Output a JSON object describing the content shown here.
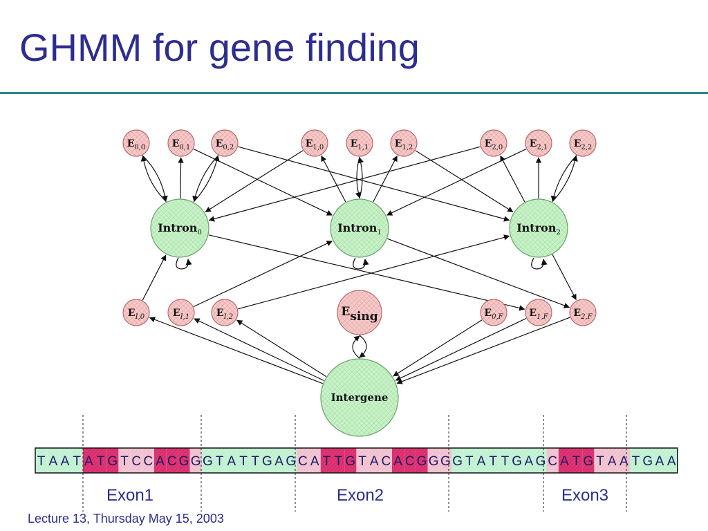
{
  "title": "GHMM for gene finding",
  "footer": "Lecture 13, Thursday May 15, 2003",
  "colors": {
    "title": "#2d2d8f",
    "rule": "#2b8a8a",
    "exon_node": "#f6c9c9",
    "intron_node": "#c8f2c8",
    "seq_green": "#c5f3d5",
    "seq_pink": "#f3c6d3",
    "seq_magenta": "#e03473"
  },
  "nodes": [
    {
      "id": "E00",
      "base": "E",
      "sub": "0,0"
    },
    {
      "id": "E01",
      "base": "E",
      "sub": "0,1"
    },
    {
      "id": "E02",
      "base": "E",
      "sub": "0,2"
    },
    {
      "id": "E10",
      "base": "E",
      "sub": "1,0"
    },
    {
      "id": "E11",
      "base": "E",
      "sub": "1,1"
    },
    {
      "id": "E12",
      "base": "E",
      "sub": "1,2"
    },
    {
      "id": "E20",
      "base": "E",
      "sub": "2,0"
    },
    {
      "id": "E21",
      "base": "E",
      "sub": "2,1"
    },
    {
      "id": "E22",
      "base": "E",
      "sub": "2,2"
    },
    {
      "id": "I0",
      "base": "Intron",
      "sub": "0"
    },
    {
      "id": "I1",
      "base": "Intron",
      "sub": "1"
    },
    {
      "id": "I2",
      "base": "Intron",
      "sub": "2"
    },
    {
      "id": "EI0",
      "base": "E",
      "sub": "I,0"
    },
    {
      "id": "EI1",
      "base": "E",
      "sub": "I,1"
    },
    {
      "id": "EI2",
      "base": "E",
      "sub": "I,2"
    },
    {
      "id": "Esing",
      "base": "E",
      "sub": "sing"
    },
    {
      "id": "E0F",
      "base": "E",
      "sub": "0,F"
    },
    {
      "id": "E1F",
      "base": "E",
      "sub": "1,F"
    },
    {
      "id": "E2F",
      "base": "E",
      "sub": "2,F"
    },
    {
      "id": "IG",
      "base": "Intergene",
      "sub": ""
    }
  ],
  "edges": [
    [
      "I0",
      "E00"
    ],
    [
      "E00",
      "I0"
    ],
    [
      "I0",
      "E01"
    ],
    [
      "I0",
      "E02"
    ],
    [
      "E02",
      "I0"
    ],
    [
      "I1",
      "E11"
    ],
    [
      "E11",
      "I1"
    ],
    [
      "I1",
      "E10"
    ],
    [
      "I1",
      "E12"
    ],
    [
      "I2",
      "E21"
    ],
    [
      "I2",
      "E20"
    ],
    [
      "I2",
      "E22"
    ],
    [
      "E22",
      "I2"
    ],
    [
      "E01",
      "I1"
    ],
    [
      "E02",
      "I2"
    ],
    [
      "E10",
      "I0"
    ],
    [
      "E12",
      "I2"
    ],
    [
      "E20",
      "I0"
    ],
    [
      "E21",
      "I1"
    ],
    [
      "EI0",
      "I0"
    ],
    [
      "EI1",
      "I1"
    ],
    [
      "EI2",
      "I2"
    ],
    [
      "I0",
      "E1F"
    ],
    [
      "I1",
      "E2F"
    ],
    [
      "I2",
      "E2F"
    ],
    [
      "IG",
      "EI0"
    ],
    [
      "IG",
      "EI1"
    ],
    [
      "IG",
      "EI2"
    ],
    [
      "IG",
      "Esing"
    ],
    [
      "Esing",
      "IG"
    ],
    [
      "E0F",
      "IG"
    ],
    [
      "E1F",
      "IG"
    ],
    [
      "E2F",
      "IG"
    ]
  ],
  "sequence": [
    {
      "l": "T",
      "k": "g"
    },
    {
      "l": "A",
      "k": "g"
    },
    {
      "l": "A",
      "k": "g"
    },
    {
      "l": "T",
      "k": "g"
    },
    {
      "l": "A",
      "k": "m"
    },
    {
      "l": "T",
      "k": "m"
    },
    {
      "l": "G",
      "k": "m"
    },
    {
      "l": "T",
      "k": "p"
    },
    {
      "l": "C",
      "k": "p"
    },
    {
      "l": "C",
      "k": "p"
    },
    {
      "l": "A",
      "k": "m"
    },
    {
      "l": "C",
      "k": "m"
    },
    {
      "l": "G",
      "k": "m"
    },
    {
      "l": "G",
      "k": "p"
    },
    {
      "l": "G",
      "k": "g"
    },
    {
      "l": "T",
      "k": "g"
    },
    {
      "l": "A",
      "k": "g"
    },
    {
      "l": "T",
      "k": "g"
    },
    {
      "l": "T",
      "k": "g"
    },
    {
      "l": "G",
      "k": "g"
    },
    {
      "l": "A",
      "k": "g"
    },
    {
      "l": "G",
      "k": "g"
    },
    {
      "l": "C",
      "k": "p"
    },
    {
      "l": "A",
      "k": "p"
    },
    {
      "l": "T",
      "k": "m"
    },
    {
      "l": "T",
      "k": "m"
    },
    {
      "l": "G",
      "k": "m"
    },
    {
      "l": "T",
      "k": "p"
    },
    {
      "l": "A",
      "k": "p"
    },
    {
      "l": "C",
      "k": "p"
    },
    {
      "l": "A",
      "k": "m"
    },
    {
      "l": "C",
      "k": "m"
    },
    {
      "l": "G",
      "k": "m"
    },
    {
      "l": "G",
      "k": "p"
    },
    {
      "l": "G",
      "k": "p"
    },
    {
      "l": "G",
      "k": "g"
    },
    {
      "l": "T",
      "k": "g"
    },
    {
      "l": "A",
      "k": "g"
    },
    {
      "l": "T",
      "k": "g"
    },
    {
      "l": "T",
      "k": "g"
    },
    {
      "l": "G",
      "k": "g"
    },
    {
      "l": "A",
      "k": "g"
    },
    {
      "l": "G",
      "k": "g"
    },
    {
      "l": "C",
      "k": "p"
    },
    {
      "l": "A",
      "k": "m"
    },
    {
      "l": "T",
      "k": "m"
    },
    {
      "l": "G",
      "k": "m"
    },
    {
      "l": "T",
      "k": "p"
    },
    {
      "l": "A",
      "k": "p"
    },
    {
      "l": "A",
      "k": "p"
    },
    {
      "l": "T",
      "k": "g"
    },
    {
      "l": "G",
      "k": "g"
    },
    {
      "l": "A",
      "k": "g"
    },
    {
      "l": "A",
      "k": "g"
    }
  ],
  "exon_labels": [
    "Exon1",
    "Exon2",
    "Exon3"
  ]
}
